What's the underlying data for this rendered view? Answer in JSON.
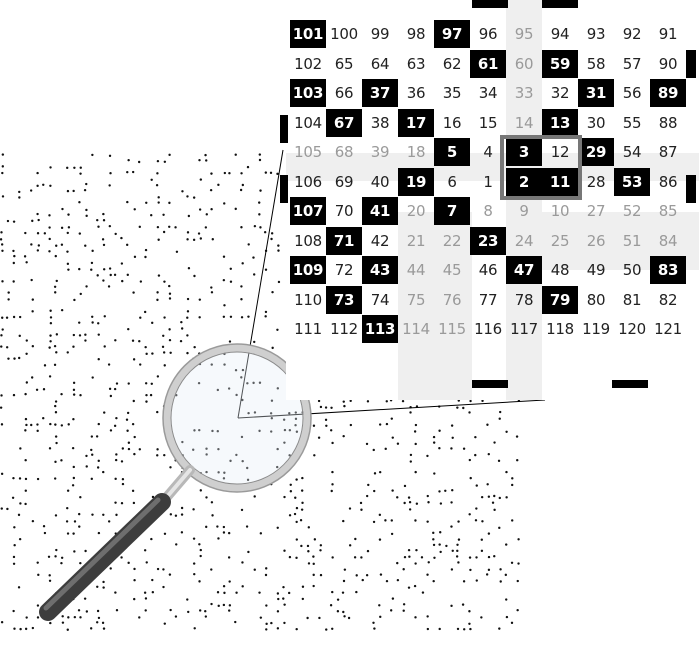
{
  "spiral": {
    "rows": [
      [
        101,
        100,
        99,
        98,
        97,
        96,
        95,
        94,
        93,
        92,
        91
      ],
      [
        102,
        65,
        64,
        63,
        62,
        61,
        60,
        59,
        58,
        57,
        90
      ],
      [
        103,
        66,
        37,
        36,
        35,
        34,
        33,
        32,
        31,
        56,
        89
      ],
      [
        104,
        67,
        38,
        17,
        16,
        15,
        14,
        13,
        30,
        55,
        88
      ],
      [
        105,
        68,
        39,
        18,
        5,
        4,
        3,
        12,
        29,
        54,
        87
      ],
      [
        106,
        69,
        40,
        19,
        6,
        1,
        2,
        11,
        28,
        53,
        86
      ],
      [
        107,
        70,
        41,
        20,
        7,
        8,
        9,
        10,
        27,
        52,
        85
      ],
      [
        108,
        71,
        42,
        21,
        22,
        23,
        24,
        25,
        26,
        51,
        84
      ],
      [
        109,
        72,
        43,
        44,
        45,
        46,
        47,
        48,
        49,
        50,
        83
      ],
      [
        110,
        73,
        74,
        75,
        76,
        77,
        78,
        79,
        80,
        81,
        82
      ],
      [
        111,
        112,
        113,
        114,
        115,
        116,
        117,
        118,
        119,
        120,
        121
      ]
    ],
    "primes": [
      2,
      3,
      5,
      7,
      11,
      13,
      17,
      19,
      23,
      29,
      31,
      37,
      41,
      43,
      47,
      53,
      59,
      61,
      67,
      71,
      73,
      79,
      83,
      89,
      97,
      101,
      103,
      107,
      109,
      113
    ],
    "colors": {
      "prime_bg": "#000000",
      "band_text": "#9a9a9a",
      "band_bg": "#efefef",
      "highlight_frame": "#777777",
      "magnifier_handle": "#4a4a4a"
    },
    "icons": [
      "magnifying-glass-icon"
    ]
  }
}
